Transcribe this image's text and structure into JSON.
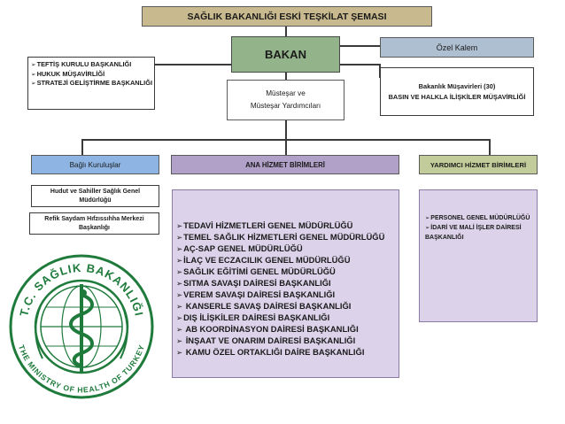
{
  "title": "SAĞLIK BAKANLIĞI ESKİ TEŞKİLAT ŞEMASI",
  "bakan": "BAKAN",
  "ozel_kalem": "Özel Kalem",
  "left_units": {
    "items": [
      "TEFTİŞ KURULU BAŞKANLIĞI",
      "HUKUK MÜŞAVİRLİĞİ",
      "STRATEJİ GELİŞTİRME BAŞKANLIĞI"
    ]
  },
  "musteşar": {
    "line1": "Müsteşar ve",
    "line2": "Müsteşar Yardımcıları"
  },
  "right_units": {
    "line1": "Bakanlık Müşavirleri (30)",
    "line2": "BASIN VE HALKLA İLİŞKİLER MÜŞAVİRLİĞİ"
  },
  "headers": {
    "bagli": "Bağlı Kuruluşlar",
    "ana": "ANA HİZMET BİRİMLERİ",
    "yardimci": "YARDIMCI HİZMET BİRİMLERİ"
  },
  "bagli_kuruluslar": [
    "Hudut ve Sahiller Sağlık Genel Müdürlüğü",
    "Refik Saydam Hıfzıssıhha Merkezi Başkanlığı"
  ],
  "ana_hizmet": [
    "TEDAVİ HİZMETLERİ GENEL MÜDÜRLÜĞÜ",
    "TEMEL SAĞLIK HİZMETLERİ GENEL MÜDÜRLÜĞÜ",
    "AÇ-SAP GENEL MÜDÜRLÜĞÜ",
    "İLAÇ VE ECZACILIK GENEL MÜDÜRLÜĞÜ",
    "SAĞLIK EĞİTİMİ GENEL MÜDÜRLÜĞÜ",
    "SITMA SAVAŞI DAİRESİ BAŞKANLIĞI",
    "VEREM SAVAŞI DAİRESİ BAŞKANLIĞI",
    "KANSERLE SAVAŞ DAİRESİ BAŞKANLIĞI",
    "DIŞ İLİŞKİLER DAİRESİ BAŞKANLIĞI",
    "AB KOORDİNASYON DAİRESİ BAŞKANLIĞI",
    "İNŞAAT VE ONARIM DAİRESİ BAŞKANLIĞI",
    "KAMU ÖZEL ORTAKLIĞI DAİRE BAŞKANLIĞI"
  ],
  "yardimci_hizmet": [
    "PERSONEL GENEL MÜDÜRLÜĞÜ",
    "İDARİ VE MALİ İŞLER DAİRESİ BAŞKANLIĞI"
  ],
  "seal": {
    "top_text": "T.C. SAĞLIK BAKANLIĞI",
    "bottom_text": "THE MINISTRY OF HEALTH OF TURKEY"
  },
  "colors": {
    "title_bg": "#c9b98e",
    "bakan_bg": "#93b48a",
    "ozel_bg": "#aebfd1",
    "bagli_bg": "#8db4e2",
    "ana_bg": "#b1a0c7",
    "yardimci_bg": "#c2cc9a",
    "panel_bg": "#dcd3ea",
    "seal_green": "#1f7b3c"
  }
}
